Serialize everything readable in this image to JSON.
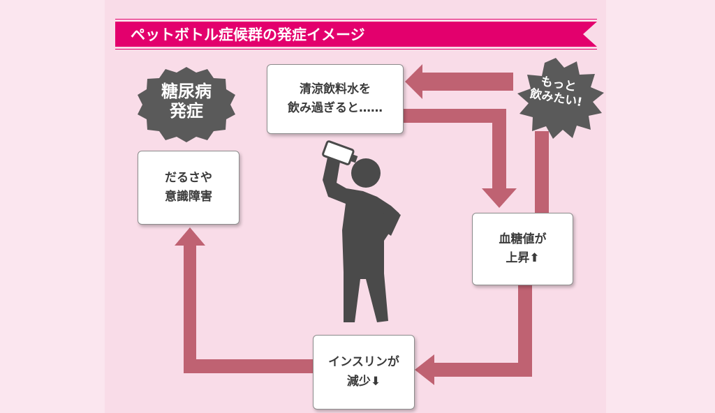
{
  "banner": {
    "title": "ペットボトル症候群の発症イメージ"
  },
  "nodes": {
    "drink": {
      "line1": "清涼飲料水を",
      "line2": "飲み過ぎると……"
    },
    "blood_sugar": {
      "line1": "血糖値が",
      "line2": "上昇⬆"
    },
    "insulin": {
      "line1": "インスリンが",
      "line2": "減少⬇"
    },
    "fatigue": {
      "line1": "だるさや",
      "line2": "意識障害"
    }
  },
  "bursts": {
    "diabetes": {
      "line1": "糖尿病",
      "line2": "発症"
    },
    "want_more": {
      "line1": "もっと",
      "line2": "飲みたい!"
    }
  },
  "colors": {
    "banner": "#e3006d",
    "arrow": "#bf6272",
    "burst": "#5a5a5a",
    "figure": "#4a4a4a"
  }
}
